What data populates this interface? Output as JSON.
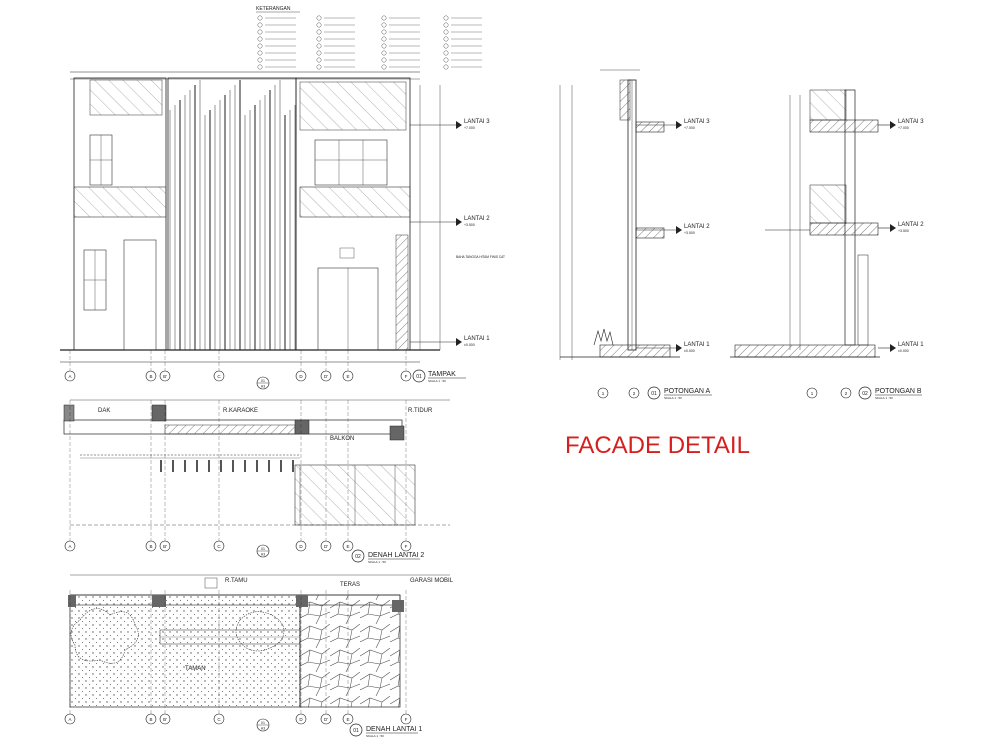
{
  "sheet_title": "FACADE DETAIL",
  "legend": {
    "heading": "KETERANGAN"
  },
  "elevation": {
    "title": "TAMPAK",
    "number": "01",
    "scale": "SKALA 1 : 50",
    "levels": [
      "LANTAI 3",
      "LANTAI 2",
      "LANTAI 1"
    ],
    "level_values": [
      "+7.000",
      "+3.500",
      "±0.000"
    ],
    "grid": [
      "A",
      "B",
      "B'",
      "C",
      "D",
      "D'",
      "E",
      "F"
    ],
    "callout_number": "01",
    "callout_sheet": "A3",
    "note_right": "BAHA TANGGA HITAM FINIS CAT"
  },
  "plan2": {
    "title": "DENAH LANTAI 2",
    "number": "02",
    "scale": "SKALA 1 : 50",
    "rooms": [
      "DAK",
      "R.KARAOKE",
      "BALKON",
      "R.TIDUR"
    ],
    "grid": [
      "A",
      "B",
      "B'",
      "C",
      "D",
      "D'",
      "E",
      "F"
    ],
    "callout_number": "01",
    "callout_sheet": "A3"
  },
  "plan1": {
    "title": "DENAH LANTAI 1",
    "number": "01",
    "scale": "SKALA 1 : 50",
    "rooms": [
      "R.TAMU",
      "TERAS",
      "GARASI MOBIL",
      "TAMAN"
    ],
    "grid": [
      "A",
      "B",
      "B'",
      "C",
      "D",
      "D'",
      "E",
      "F"
    ],
    "callout_number": "01",
    "callout_sheet": "A3"
  },
  "section_a": {
    "title": "POTONGAN A",
    "number": "01",
    "scale": "SKALA 1 : 50",
    "levels": [
      "LANTAI 3",
      "LANTAI 2",
      "LANTAI 1"
    ],
    "level_values": [
      "+7.000",
      "+3.500",
      "±0.000"
    ],
    "grid": [
      "1",
      "2"
    ]
  },
  "section_b": {
    "title": "POTONGAN B",
    "number": "02",
    "scale": "SKALA 1 : 50",
    "levels": [
      "LANTAI 3",
      "LANTAI 2",
      "LANTAI 1"
    ],
    "level_values": [
      "+7.000",
      "+3.500",
      "±0.000"
    ],
    "grid": [
      "1",
      "2"
    ]
  },
  "colors": {
    "line": "#222222",
    "title": "#d62020"
  }
}
